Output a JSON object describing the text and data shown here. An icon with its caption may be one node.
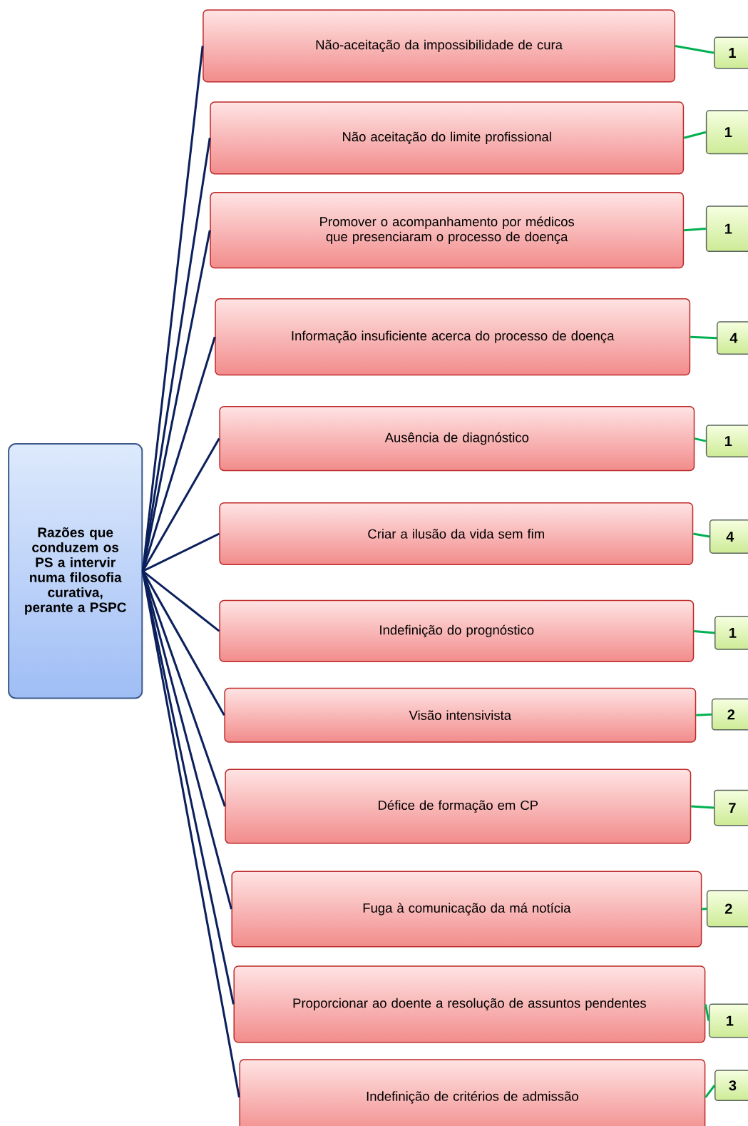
{
  "diagram": {
    "nodes": [
      {
        "text": [
          "Razões que conduzem os PS a intervir numa filosofia curativa, perante a PSPC"
        ]
      },
      {
        "text": [
          "Não-aceitação da impossibilidade de cura"
        ]
      },
      {
        "text": [
          "Não aceitação do limite profissional"
        ]
      },
      {
        "text": [
          "Promover o acompanhamento por médicos que presenciaram o processo de doença"
        ]
      },
      {
        "text": [
          "Informação insuficiente acerca do processo de doença"
        ]
      },
      {
        "text": [
          "Ausência de diagnóstico"
        ]
      },
      {
        "text": [
          "Criar a ilusão da vida sem fim"
        ]
      },
      {
        "text": [
          "Indefinição do prognóstico"
        ]
      },
      {
        "text": [
          "Visão intensivista"
        ]
      },
      {
        "text": [
          "Défice de formação em CP"
        ]
      },
      {
        "text": [
          "Fuga à comunicação da má notícia"
        ]
      },
      {
        "text": [
          "Proporcionar ao doente a resolução de assuntos pendentes"
        ]
      },
      {
        "text": [
          "Indefinição de critérios de admissão"
        ]
      },
      {
        "text": [
          "1"
        ]
      },
      {
        "text": [
          "1"
        ]
      },
      {
        "text": [
          "1"
        ]
      },
      {
        "text": [
          "4"
        ]
      },
      {
        "text": [
          "1"
        ]
      },
      {
        "text": [
          "4"
        ]
      },
      {
        "text": [
          "1"
        ]
      },
      {
        "text": [
          "2"
        ]
      },
      {
        "text": [
          "7"
        ]
      },
      {
        "text": [
          "2"
        ]
      },
      {
        "text": [
          "1"
        ]
      },
      {
        "text": [
          "3"
        ]
      }
    ],
    "edges": [
      {
        "from": 0,
        "to": 1,
        "arrow": "none"
      },
      {
        "from": 0,
        "to": 2,
        "arrow": "none"
      },
      {
        "from": 0,
        "to": 3,
        "arrow": "none"
      },
      {
        "from": 0,
        "to": 4,
        "arrow": "none"
      },
      {
        "from": 0,
        "to": 5,
        "arrow": "none"
      },
      {
        "from": 0,
        "to": 6,
        "arrow": "none"
      },
      {
        "from": 0,
        "to": 7,
        "arrow": "none"
      },
      {
        "from": 0,
        "to": 8,
        "arrow": "none"
      },
      {
        "from": 0,
        "to": 9,
        "arrow": "none"
      },
      {
        "from": 0,
        "to": 10,
        "arrow": "none"
      },
      {
        "from": 0,
        "to": 11,
        "arrow": "none"
      },
      {
        "from": 0,
        "to": 12,
        "arrow": "none"
      },
      {
        "from": 1,
        "to": 13,
        "arrow": "none",
        "color": "#00b050"
      },
      {
        "from": 2,
        "to": 14,
        "arrow": "none",
        "color": "#00b050"
      },
      {
        "from": 3,
        "to": 15,
        "arrow": "none",
        "color": "#00b050"
      },
      {
        "from": 4,
        "to": 16,
        "arrow": "none",
        "color": "#00b050"
      },
      {
        "from": 5,
        "to": 17,
        "arrow": "none",
        "color": "#00b050"
      },
      {
        "from": 6,
        "to": 18,
        "arrow": "none",
        "color": "#00b050"
      },
      {
        "from": 7,
        "to": 19,
        "arrow": "none",
        "color": "#00b050"
      },
      {
        "from": 8,
        "to": 20,
        "arrow": "none",
        "color": "#00b050"
      },
      {
        "from": 9,
        "to": 21,
        "arrow": "none",
        "color": "#00b050"
      },
      {
        "from": 10,
        "to": 22,
        "arrow": "none",
        "color": "#00b050"
      },
      {
        "from": 11,
        "to": 23,
        "arrow": "none",
        "color": "#00b050"
      },
      {
        "from": 12,
        "to": 24,
        "arrow": "none",
        "color": "#00b050"
      }
    ]
  }
}
